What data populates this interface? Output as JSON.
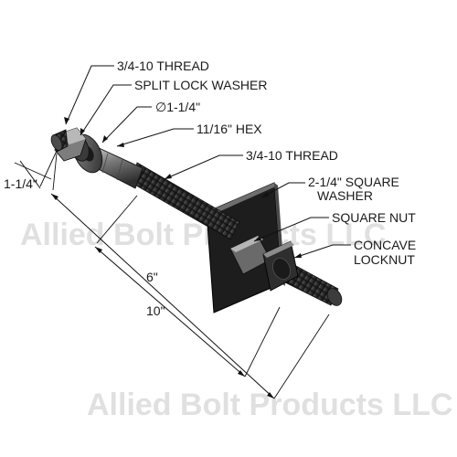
{
  "diagram": {
    "labels": {
      "thread_top": "3/4-10 THREAD",
      "split_lock_washer": "SPLIT LOCK WASHER",
      "diameter": "∅1-1/4\"",
      "hex": "11/16\" HEX",
      "thread_mid": "3/4-10 THREAD",
      "square_washer_line1": "2-1/4\" SQUARE",
      "square_washer_line2": "WASHER",
      "square_nut": "SQUARE NUT",
      "concave_locknut_line1": "CONCAVE",
      "concave_locknut_line2": "LOCKNUT",
      "dim_hex_length": "1-1/4\"",
      "dim_thread_length": "6\"",
      "dim_total_length": "10\""
    },
    "watermark": "Allied Bolt Products LLC",
    "colors": {
      "steel_dark": "#2b2b2b",
      "steel_mid": "#5a5a5a",
      "steel_light": "#9a9a9a",
      "plate": "#1e1e1e",
      "watermark": "#c8c8c8",
      "line": "#111111"
    }
  }
}
